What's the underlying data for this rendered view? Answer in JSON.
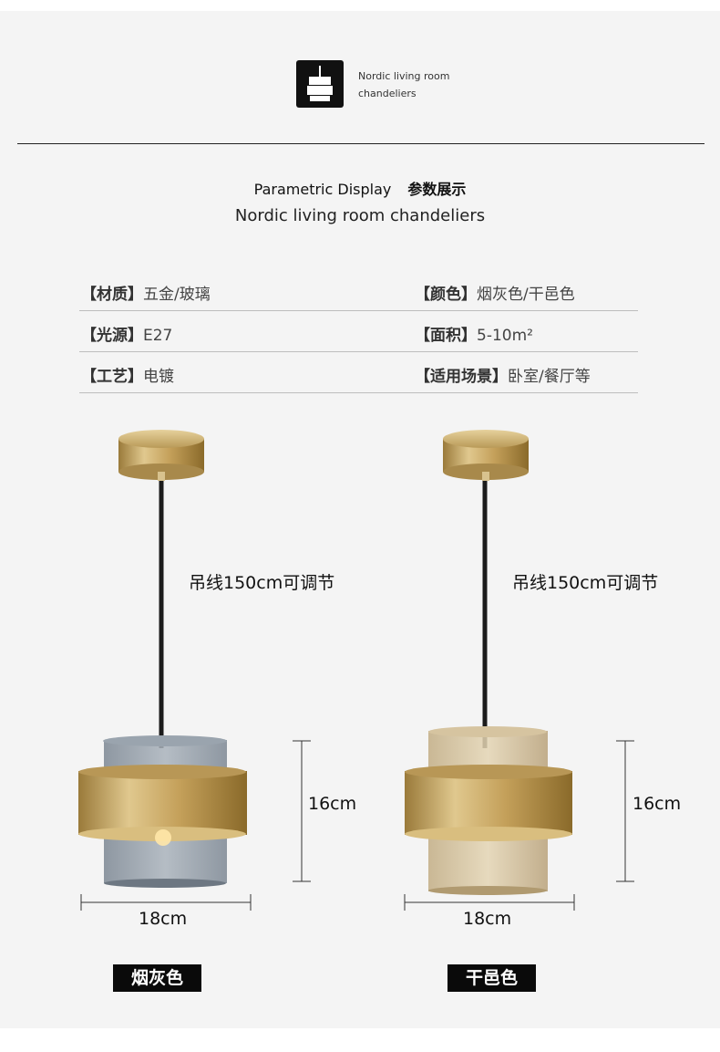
{
  "header": {
    "logo_line1": "Nordic living room",
    "logo_line2": "chandeliers",
    "logo_icon": "pendant-lamp-icon"
  },
  "title": {
    "en": "Parametric Display",
    "cn": "参数展示",
    "subtitle": "Nordic living room chandeliers"
  },
  "specs": [
    {
      "left_key": "【材质】",
      "left_val": "五金/玻璃",
      "right_key": "【颜色】",
      "right_val": "烟灰色/干邑色"
    },
    {
      "left_key": "【光源】",
      "left_val": "E27",
      "right_key": "【面积】",
      "right_val": "5-10m²"
    },
    {
      "left_key": "【工艺】",
      "left_val": "电镀",
      "right_key": "【适用场景】",
      "right_val": "卧室/餐厅等"
    }
  ],
  "products": [
    {
      "cable_label": "吊线150cm可调节",
      "height": "16cm",
      "width": "18cm",
      "color_name": "烟灰色",
      "glass_color": "#8e9aa6"
    },
    {
      "cable_label": "吊线150cm可调节",
      "height": "16cm",
      "width": "18cm",
      "color_name": "干邑色",
      "glass_color": "#c9b389"
    }
  ],
  "colors": {
    "brass": "#c7a868",
    "brass_dark": "#8c6c2c",
    "background": "#f4f4f4"
  }
}
